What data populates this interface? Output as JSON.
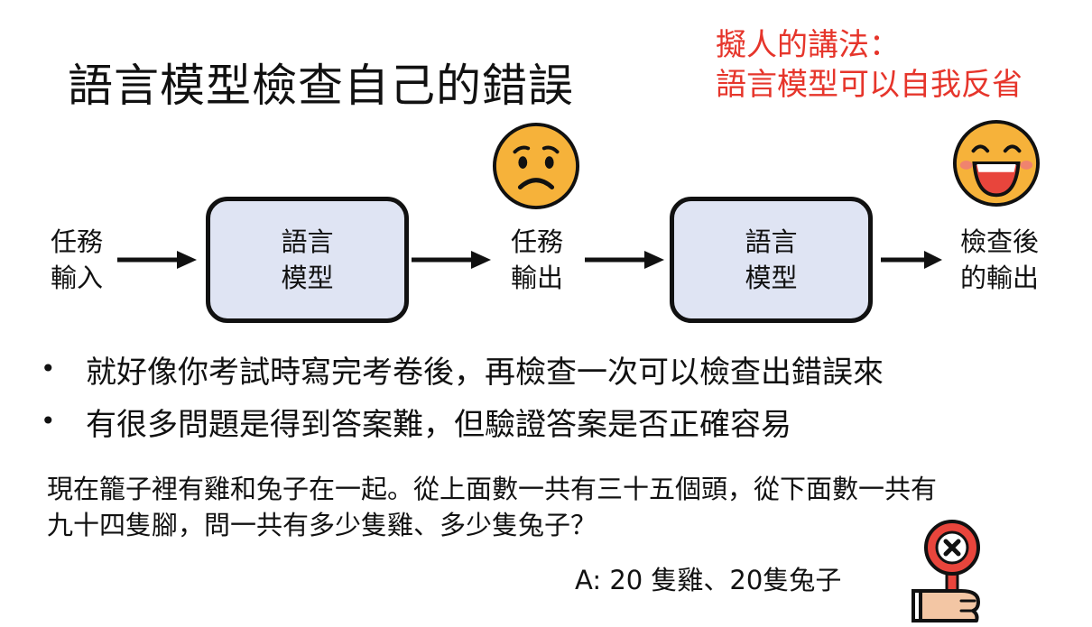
{
  "title": "語言模型檢查自己的錯誤",
  "note": {
    "line1": "擬人的講法：",
    "line2": "語言模型可以自我反省"
  },
  "flow": {
    "input": {
      "line1": "任務",
      "line2": "輸入"
    },
    "model1": {
      "line1": "語言",
      "line2": "模型"
    },
    "output": {
      "line1": "任務",
      "line2": "輸出"
    },
    "model2": {
      "line1": "語言",
      "line2": "模型"
    },
    "final": {
      "line1": "檢查後",
      "line2": "的輸出"
    }
  },
  "icons": {
    "sad": "sad-face-icon",
    "happy": "happy-face-icon",
    "wrong": "wrong-sign-icon"
  },
  "bullets": [
    "就好像你考試時寫完考卷後，再檢查一次可以檢查出錯誤來",
    "有很多問題是得到答案難，但驗證答案是否正確容易"
  ],
  "bullet_marker": "•",
  "problem": {
    "line1": "現在籠子裡有雞和兔子在一起。從上面數一共有三十五個頭，從下面數一共有",
    "line2": "九十四隻腳，問一共有多少隻雞、多少隻兔子？"
  },
  "answer": "A: 20 隻雞、20隻兔子",
  "colors": {
    "box_fill": "#dfe4f3",
    "note": "#e6352b",
    "face": "#f6b23a",
    "wrong": "#e8453c"
  }
}
